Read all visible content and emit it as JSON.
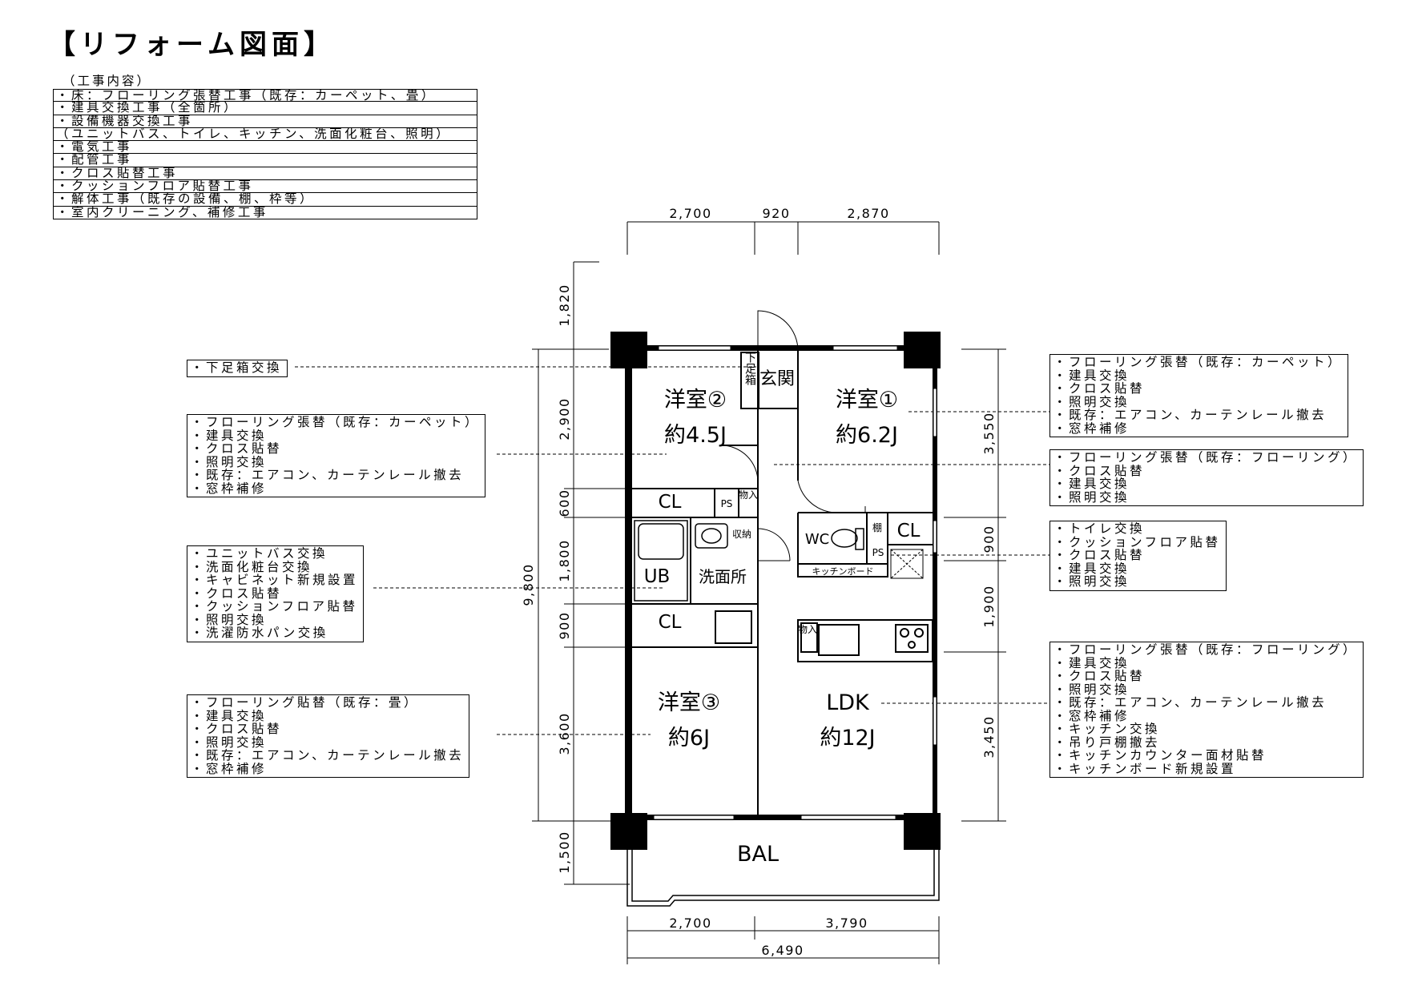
{
  "title": "【リフォーム図面】",
  "work": {
    "header": "（工事内容）",
    "items": [
      "・床：フローリング張替工事（既存：カーペット、畳）",
      "・建具交換工事（全箇所）",
      "・設備機器交換工事",
      "（ユニットバス、トイレ、キッチン、洗面化粧台、照明）",
      "・電気工事",
      "・配管工事",
      "・クロス貼替工事",
      "・クッションフロア貼替工事",
      "・解体工事（既存の設備、棚、枠等）",
      "・室内クリーニング、補修工事"
    ]
  },
  "notes": {
    "geta": [
      "・下足箱交換"
    ],
    "room2": [
      "・フローリング張替（既存：カーペット）",
      "・建具交換",
      "・クロス貼替",
      "・照明交換",
      "・既存：エアコン、カーテンレール撤去",
      "・窓枠補修"
    ],
    "bath": [
      "・ユニットバス交換",
      "・洗面化粧台交換",
      "・キャビネット新規設置",
      "・クロス貼替",
      "・クッションフロア貼替",
      "・照明交換",
      "・洗濯防水パン交換"
    ],
    "room3": [
      "・フローリング貼替（既存：畳）",
      "・建具交換",
      "・クロス貼替",
      "・照明交換",
      "・既存：エアコン、カーテンレール撤去",
      "・窓枠補修"
    ],
    "room1": [
      "・フローリング張替（既存：カーペット）",
      "・建具交換",
      "・クロス貼替",
      "・照明交換",
      "・既存：エアコン、カーテンレール撤去",
      "・窓枠補修"
    ],
    "hall": [
      "・フローリング張替（既存：フローリング）",
      "・クロス貼替",
      "・建具交換",
      "・照明交換"
    ],
    "toilet": [
      "・トイレ交換",
      "・クッションフロア貼替",
      "・クロス貼替",
      "・建具交換",
      "・照明交換"
    ],
    "ldk": [
      "・フローリング張替（既存：フローリング）",
      "・建具交換",
      "・クロス貼替",
      "・照明交換",
      "・既存：エアコン、カーテンレール撤去",
      "・窓枠補修",
      "・キッチン交換",
      "・吊り戸棚撤去",
      "・キッチンカウンター面材貼替",
      "・キッチンボード新規設置"
    ]
  },
  "rooms": {
    "room2_name": "洋室②",
    "room2_size": "約4.5J",
    "room1_name": "洋室①",
    "room1_size": "約6.2J",
    "room3_name": "洋室③",
    "room3_size": "約6J",
    "ldk_name": "LDK",
    "ldk_size": "約12J",
    "bal": "BAL",
    "genkan": "玄関",
    "getabako": "下足箱",
    "cl": "CL",
    "ps": "PS",
    "mono": "物入",
    "ub": "UB",
    "senmen": "洗面所",
    "shuno": "収納",
    "wc": "WC",
    "tana": "棚",
    "kitchen_board": "キッチンボード"
  },
  "dims": {
    "top": [
      "2,700",
      "920",
      "2,870"
    ],
    "bottom": [
      "2,700",
      "3,790"
    ],
    "total_w": "6,490",
    "left": [
      "1,820",
      "2,900",
      "600",
      "1,800",
      "900",
      "3,600",
      "1,500"
    ],
    "left_total": "9,800",
    "right": [
      "3,550",
      "900",
      "1,900",
      "3,450"
    ]
  }
}
